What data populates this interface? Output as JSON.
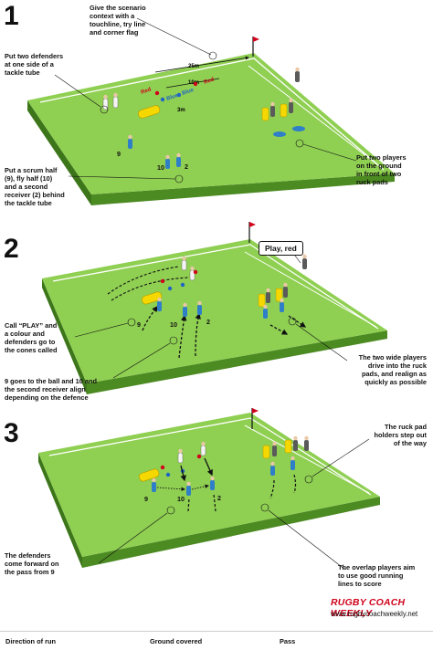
{
  "steps": [
    "1",
    "2",
    "3"
  ],
  "panel1": {
    "annotations": {
      "scenario": "Give the scenario\ncontext with a\ntouchline, try line\nand corner flag",
      "defenders": "Put two defenders\nat one side of a\ntackle tube",
      "scrum_half": "Put a scrum half\n(9), fly half (10)\nand a second\nreceiver (2) behind\nthe tackle tube",
      "ruck_players": "Put two players\non the ground\nin front of two\nruck pads"
    },
    "pitch_labels": {
      "dist_25": "25m",
      "dist_10": "10m",
      "dist_3": "3m",
      "cone_red_1": "Red",
      "cone_red_2": "Red",
      "cone_blue_1": "Blue",
      "cone_blue_2": "Blue"
    },
    "player_numbers": [
      "9",
      "10",
      "2"
    ]
  },
  "panel2": {
    "callout": "Play, red",
    "annotations": {
      "call_play": "Call “PLAY” and\na colour and\ndefenders go to\nthe cones called",
      "nine_goes": "9 goes to the ball and 10 and\nthe second receiver align\ndepending on the defence",
      "wide_players": "The two wide players\ndrive into the ruck\npads, and realign as\nquickly as possible"
    },
    "player_numbers": [
      "9",
      "10",
      "2"
    ]
  },
  "panel3": {
    "annotations": {
      "ruck_holders": "The ruck pad\nholders step out\nof the way",
      "defenders_forward": "The defenders\ncome forward on\nthe pass from 9",
      "overlap": "The overlap players aim\nto use good running\nlines to score"
    },
    "player_numbers": [
      "9",
      "10",
      "2"
    ]
  },
  "brand": {
    "name": "RUGBY COACH WEEKLY",
    "url": "www.rugbycoachweekly.net"
  },
  "legend": {
    "run": "Direction of run",
    "ground": "Ground covered",
    "pass": "Pass"
  },
  "colors": {
    "pitch": "#8fcf52",
    "pitch_side": "#4c8a22",
    "line": "#ffffff",
    "flag": "#d0021b",
    "pad": "#f5d800",
    "attacker": "#2f7fc8",
    "cone_red": "#d0021b",
    "cone_blue": "#1f63c7",
    "brand": "#d0021b"
  }
}
